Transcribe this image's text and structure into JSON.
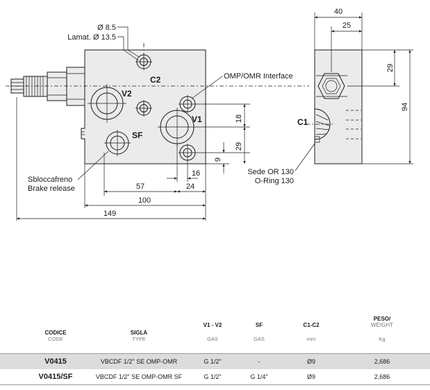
{
  "drawing": {
    "dims": {
      "d40": "40",
      "d25": "25",
      "d29_side": "29",
      "d94": "94",
      "d18": "18",
      "d29_front": "29",
      "d9": "9",
      "d16": "16",
      "d24": "24",
      "d57": "57",
      "d100": "100",
      "d149": "149"
    },
    "labels": {
      "bore_dia": "Ø 8.5",
      "lamat": "Lamat. Ø 13.5",
      "c2": "C2",
      "v2": "V2",
      "v1": "V1",
      "sf": "SF",
      "c1": "C1",
      "interface": "OMP/OMR Interface",
      "sede_or": "Sede OR 130",
      "o_ring": "O-Ring 130",
      "sblocca": "Sbloccafreno",
      "brake": "Brake release"
    }
  },
  "table": {
    "headers": [
      {
        "top": "CODICE",
        "sub": "CODE"
      },
      {
        "top": "SIGLA",
        "sub": "TYPE"
      },
      {
        "top": "V1 - V2",
        "sub": "GAS"
      },
      {
        "top": "SF",
        "sub": "GAS"
      },
      {
        "top": "C1-C2",
        "sub": "mm"
      },
      {
        "top": "PESO/",
        "top2": "WEIGHT",
        "sub": "Kg"
      }
    ],
    "rows": [
      {
        "code": "V0415",
        "type": "VBCDF 1/2\" SE OMP-OMR",
        "v": "G 1/2\"",
        "sf": "-",
        "c": "Ø9",
        "weight": "2,686"
      },
      {
        "code": "V0415/SF",
        "type": "VBCDF 1/2\" SE OMP-OMR SF",
        "v": "G 1/2\"",
        "sf": "G 1/4\"",
        "c": "Ø9",
        "weight": "2,686"
      }
    ]
  }
}
